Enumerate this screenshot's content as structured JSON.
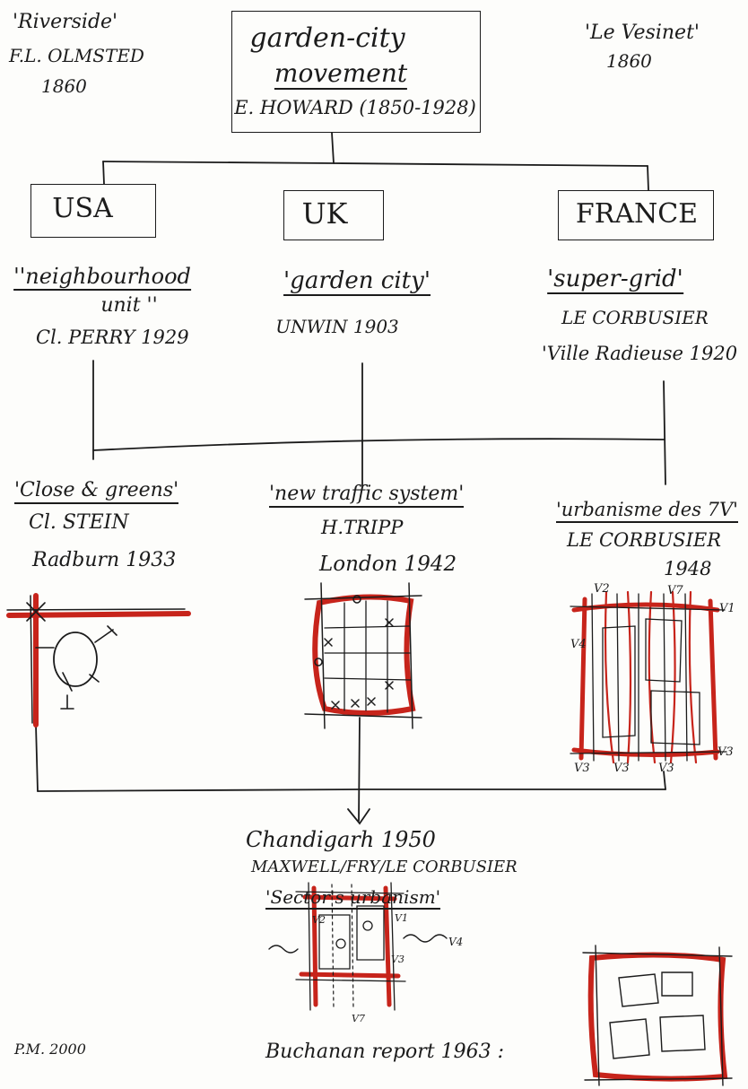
{
  "root": {
    "title_line1": "garden-city",
    "title_line2": "movement",
    "author": "E. HOWARD (1850-1928)"
  },
  "precursors": {
    "left": {
      "name": "'Riverside'",
      "author": "F.L. OLMSTED",
      "year": "1860"
    },
    "right": {
      "name": "'Le Vesinet'",
      "year": "1860"
    }
  },
  "countries": [
    "USA",
    "UK",
    "FRANCE"
  ],
  "concepts": [
    {
      "line1": "''neighbourhood",
      "line2": "unit ''",
      "author": "Cl. PERRY 1929"
    },
    {
      "line1": "'garden city'",
      "author": "UNWIN 1903"
    },
    {
      "line1": "'super-grid'",
      "author": "LE CORBUSIER",
      "extra": "'Ville Radieuse 1920"
    }
  ],
  "developments": [
    {
      "title": "'Close & greens'",
      "author": "Cl. STEIN",
      "place": "Radburn 1933"
    },
    {
      "title": "'new traffic system'",
      "author": "H.TRIPP",
      "place": "London 1942"
    },
    {
      "title": "'urbanisme des 7V'",
      "author": "LE CORBUSIER",
      "place": "1948"
    }
  ],
  "sketch_labels": {
    "corbusier": [
      "V2",
      "V7",
      "V1",
      "V4",
      "V3",
      "V3",
      "V3",
      "V3"
    ],
    "chandigarh": [
      "V2",
      "V1",
      "V4",
      "V3",
      "V7"
    ]
  },
  "result": {
    "line1": "Chandigarh 1950",
    "line2": "MAXWELL/FRY/LE CORBUSIER",
    "line3": "'Sector's urbanism'"
  },
  "footer": {
    "signature": "P.M. 2000",
    "report": "Buchanan report 1963 :"
  },
  "colors": {
    "ink": "#1b1b1b",
    "red": "#c7241b",
    "paper": "#fdfdfb"
  }
}
